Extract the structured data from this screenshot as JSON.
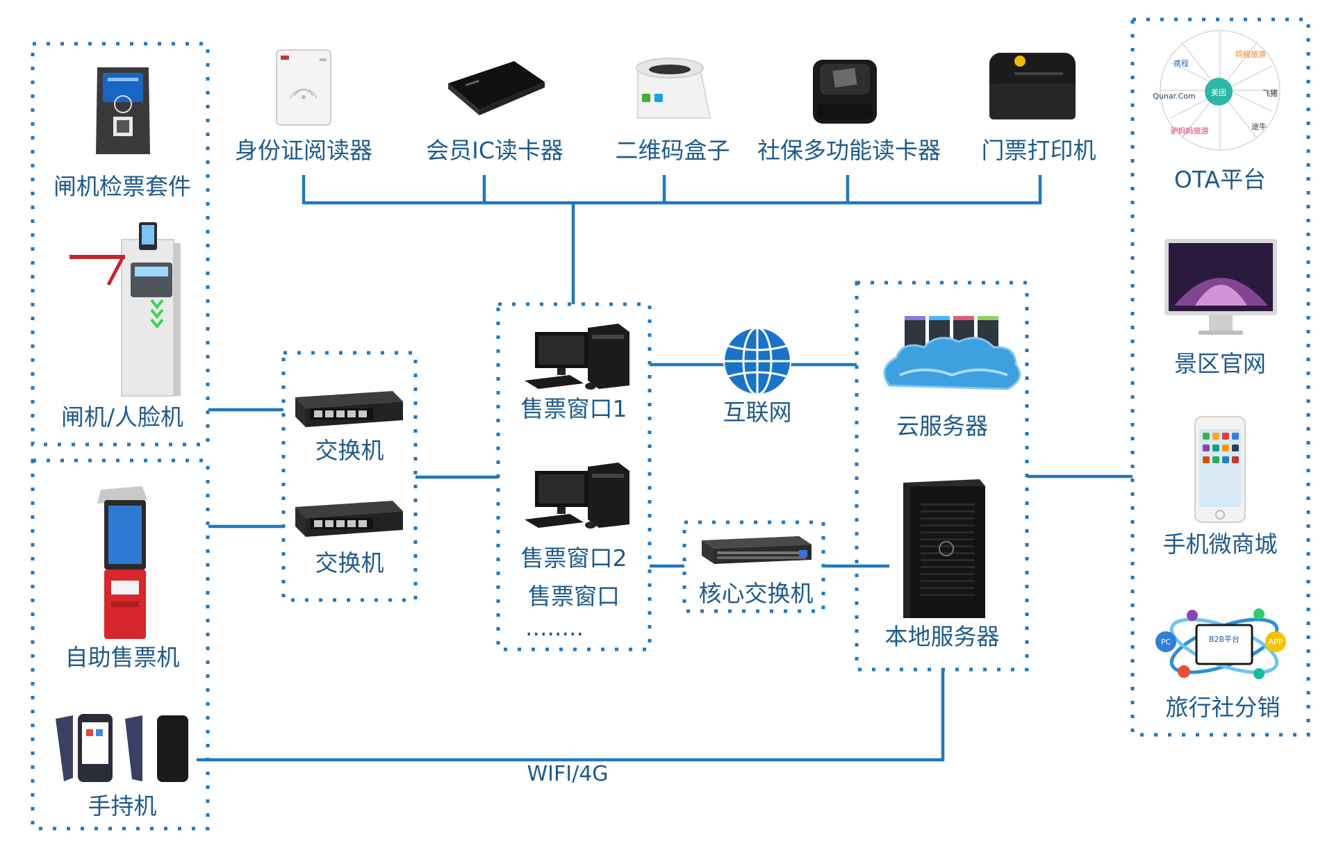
{
  "colors": {
    "line": "#1f78c1",
    "label": "#1e5a8c",
    "device_dark": "#1c1c1c",
    "device_light": "#f0f0f0",
    "cloud": "#3fa0e0",
    "globe": "#1a73c8"
  },
  "peripherals": [
    {
      "label": "身份证阅读器",
      "icon": "id-card-reader-icon"
    },
    {
      "label": "会员IC读卡器",
      "icon": "ic-card-reader-icon"
    },
    {
      "label": "二维码盒子",
      "icon": "qr-code-box-icon"
    },
    {
      "label": "社保多功能读卡器",
      "icon": "social-security-reader-icon"
    },
    {
      "label": "门票打印机",
      "icon": "ticket-printer-icon"
    }
  ],
  "left_top_group": {
    "items": [
      {
        "label": "闸机检票套件",
        "icon": "gate-ticket-kit-icon"
      },
      {
        "label": "闸机/人脸机",
        "icon": "turnstile-face-gate-icon"
      }
    ]
  },
  "left_bottom_group": {
    "items": [
      {
        "label": "自助售票机",
        "icon": "self-service-kiosk-icon"
      },
      {
        "label": "手持机",
        "icon": "handheld-terminal-icon"
      }
    ]
  },
  "switches": {
    "items": [
      {
        "label": "交换机",
        "icon": "network-switch-icon"
      },
      {
        "label": "交换机",
        "icon": "network-switch-icon"
      }
    ]
  },
  "ticket_windows": {
    "items": [
      {
        "label": "售票窗口1",
        "icon": "desktop-pc-icon"
      },
      {
        "label": "售票窗口2",
        "icon": "desktop-pc-icon"
      }
    ],
    "extra_label": "售票窗口",
    "ellipsis": "........"
  },
  "internet": {
    "label": "互联网",
    "icon": "globe-icon"
  },
  "core_switch": {
    "label": "核心交换机",
    "icon": "core-switch-icon"
  },
  "servers": {
    "cloud": {
      "label": "云服务器",
      "icon": "cloud-server-icon"
    },
    "local": {
      "label": "本地服务器",
      "icon": "tower-server-icon"
    }
  },
  "wireless_link": {
    "label": "WIFI/4G"
  },
  "channels": {
    "items": [
      {
        "label": "OTA平台",
        "icon": "ota-platform-icon"
      },
      {
        "label": "景区官网",
        "icon": "monitor-icon"
      },
      {
        "label": "手机微商城",
        "icon": "smartphone-icon"
      },
      {
        "label": "旅行社分销",
        "icon": "b2b-platform-icon"
      }
    ],
    "ota_logos": [
      "携程",
      "同程旅游",
      "美团",
      "飞猪",
      "Qunar.Com",
      "驴妈妈旅游",
      "途牛"
    ],
    "b2b_labels": [
      "B2B平台",
      "PC",
      "APP"
    ]
  }
}
